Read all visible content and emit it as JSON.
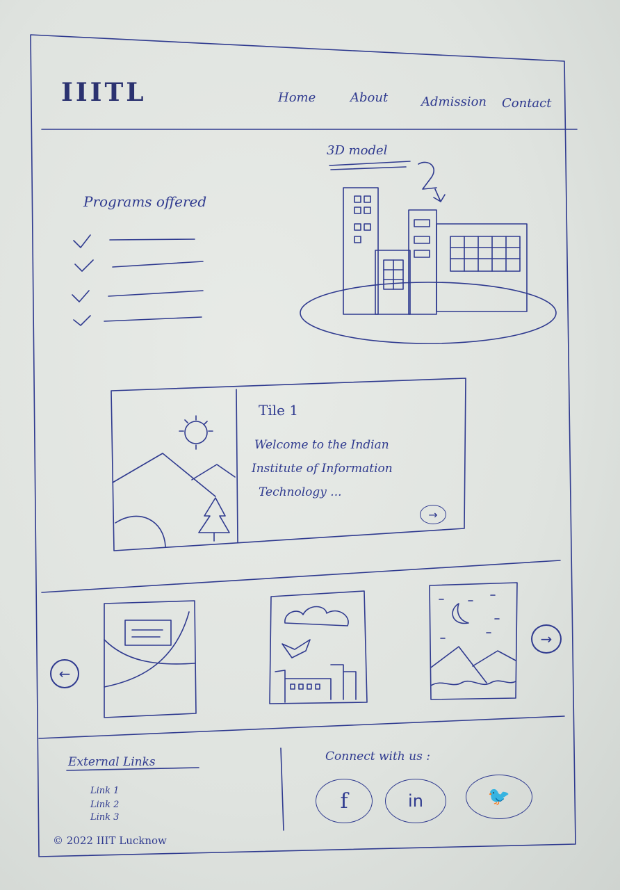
{
  "header": {
    "logo": "IIITL",
    "nav": [
      "Home",
      "About",
      "Admission",
      "Contact"
    ]
  },
  "hero": {
    "programs_title": "Programs offered",
    "model_label": "3D model"
  },
  "card": {
    "title": "Tile 1",
    "body_line1": "Welcome  to  the  Indian",
    "body_line2": "Institute  of  Information",
    "body_line3": "Technology ..."
  },
  "footer": {
    "external_title": "External  Links",
    "links": [
      "Link 1",
      "Link 2",
      "Link 3"
    ],
    "connect_title": "Connect  with  us :",
    "copyright": "© 2022  IIIT  Lucknow"
  }
}
